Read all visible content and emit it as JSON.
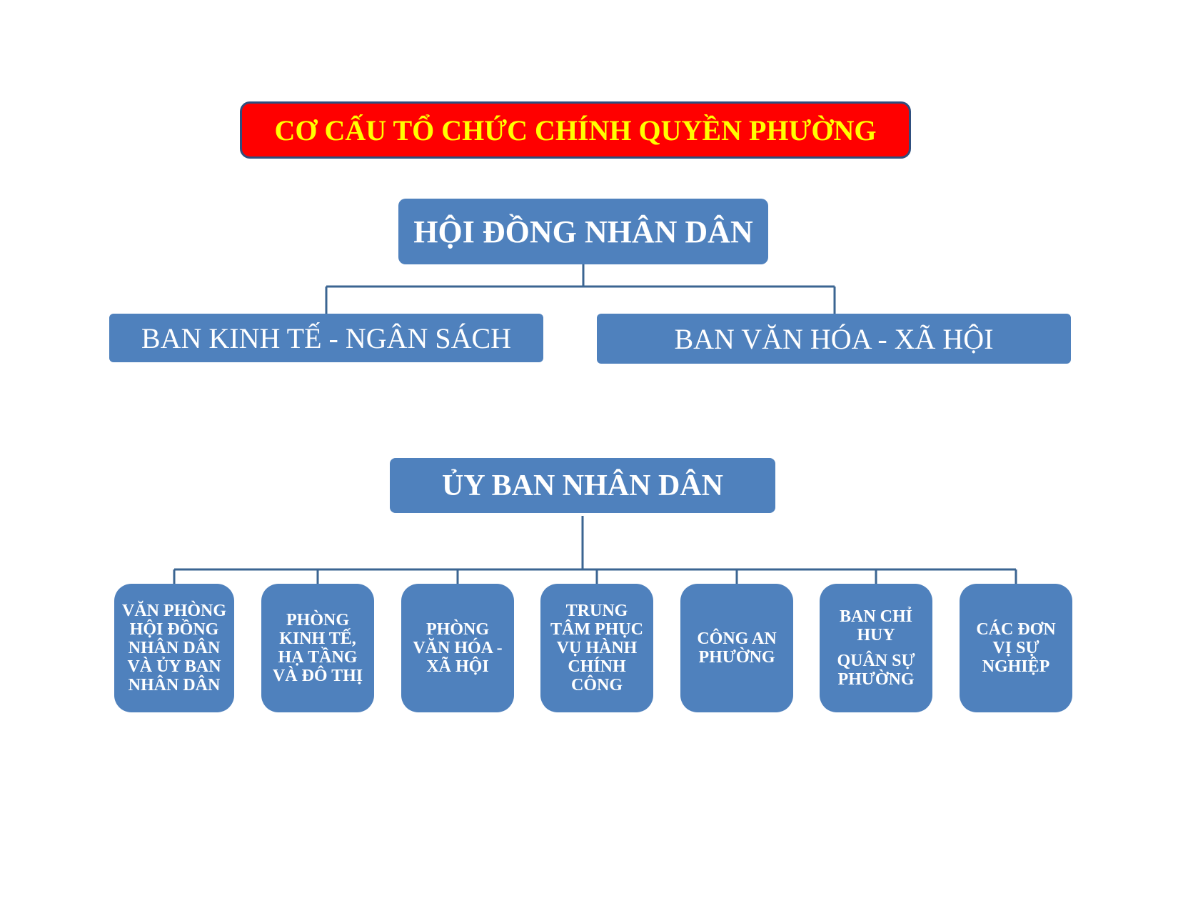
{
  "title": "CƠ CẤU TỔ CHỨC CHÍNH QUYỀN PHƯỜNG",
  "colors": {
    "title_bg": "#ff0000",
    "title_text": "#ffff00",
    "box_bg": "#4f81bd",
    "box_text": "#ffffff",
    "connector": "#3b6592"
  },
  "council": {
    "label": "HỘI ĐỒNG NHÂN DÂN",
    "committees": [
      {
        "label": "BAN KINH TẾ - NGÂN SÁCH"
      },
      {
        "label": "BAN VĂN HÓA - XÃ HỘI"
      }
    ]
  },
  "people_committee": {
    "label": "ỦY BAN NHÂN DÂN",
    "units": [
      {
        "lines": [
          "VĂN PHÒNG",
          "HỘI ĐỒNG",
          "NHÂN DÂN",
          "VÀ ỦY BAN",
          "NHÂN DÂN"
        ]
      },
      {
        "lines": [
          "PHÒNG",
          "KINH TẾ,",
          "HẠ TẦNG",
          "VÀ ĐÔ THỊ"
        ]
      },
      {
        "lines": [
          "PHÒNG",
          "VĂN HÓA -",
          "XÃ HỘI"
        ]
      },
      {
        "lines": [
          "TRUNG",
          "TÂM PHỤC",
          "VỤ HÀNH",
          "CHÍNH",
          "CÔNG"
        ]
      },
      {
        "lines": [
          "CÔNG AN",
          "PHƯỜNG"
        ]
      },
      {
        "lines": [
          "BAN CHỈ",
          "HUY",
          "QUÂN SỰ",
          "PHƯỜNG"
        ]
      },
      {
        "lines": [
          "CÁC ĐƠN",
          "VỊ SỰ",
          "NGHIỆP"
        ]
      }
    ]
  }
}
